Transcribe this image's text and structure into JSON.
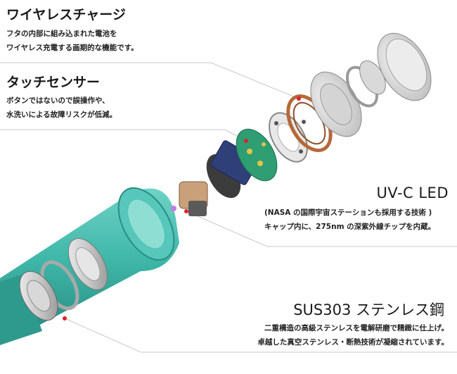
{
  "sections": [
    {
      "id": "wireless",
      "heading": "ワイヤレスチャージ",
      "lines": [
        "フタの内部に組み込まれた電池を",
        "ワイヤレス充電する画期的な機能です。"
      ]
    },
    {
      "id": "touch",
      "heading": "タッチセンサー",
      "lines": [
        "ボタンではないので誤操作や、",
        "水洗いによる故障リスクが低減。"
      ]
    },
    {
      "id": "uvc",
      "heading": "UV-C LED",
      "lines": [
        "(NASA の国際宇宙ステーションも採用する技術 )",
        "キャップ内に、275nm の深紫外線チップを内蔵。"
      ]
    },
    {
      "id": "steel",
      "heading": "SUS303 ステンレス鋼",
      "lines": [
        "二重構造の高級ステンレスを電解研磨で精緻に仕上げ。",
        "卓越した真空ステンレス・断熱技術が凝縮されています。"
      ]
    }
  ],
  "colors": {
    "accent": "#e0202a",
    "teal": "#3fb7a9",
    "pcb": "#2f9e72",
    "copper": "#b5683a"
  }
}
